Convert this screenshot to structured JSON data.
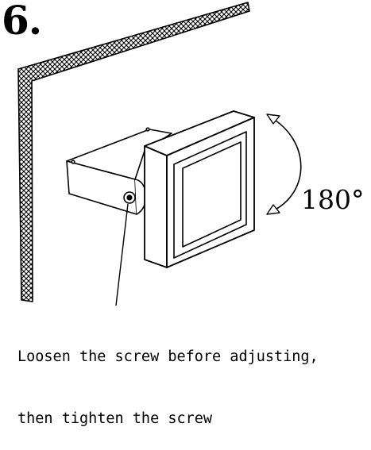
{
  "step": {
    "number": "6."
  },
  "rotation": {
    "angle_label": "180°"
  },
  "caption": {
    "line1": "Loosen the screw before adjusting,",
    "line2": "then tighten the screw"
  }
}
